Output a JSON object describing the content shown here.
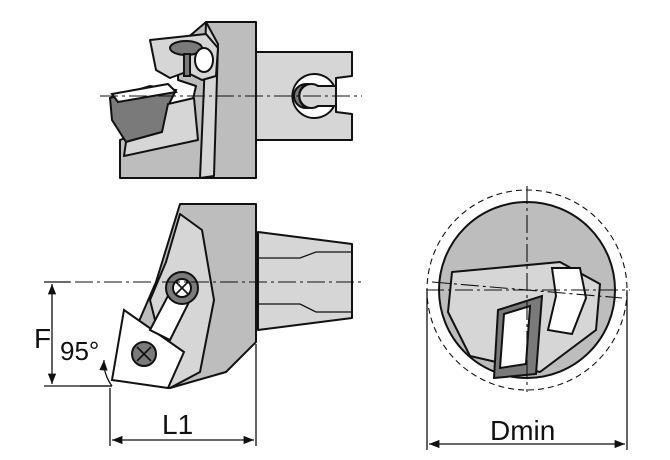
{
  "labels": {
    "offset_f": "F",
    "lead_angle": "95°",
    "length_l1": "L1",
    "min_diameter": "Dmin"
  }
}
